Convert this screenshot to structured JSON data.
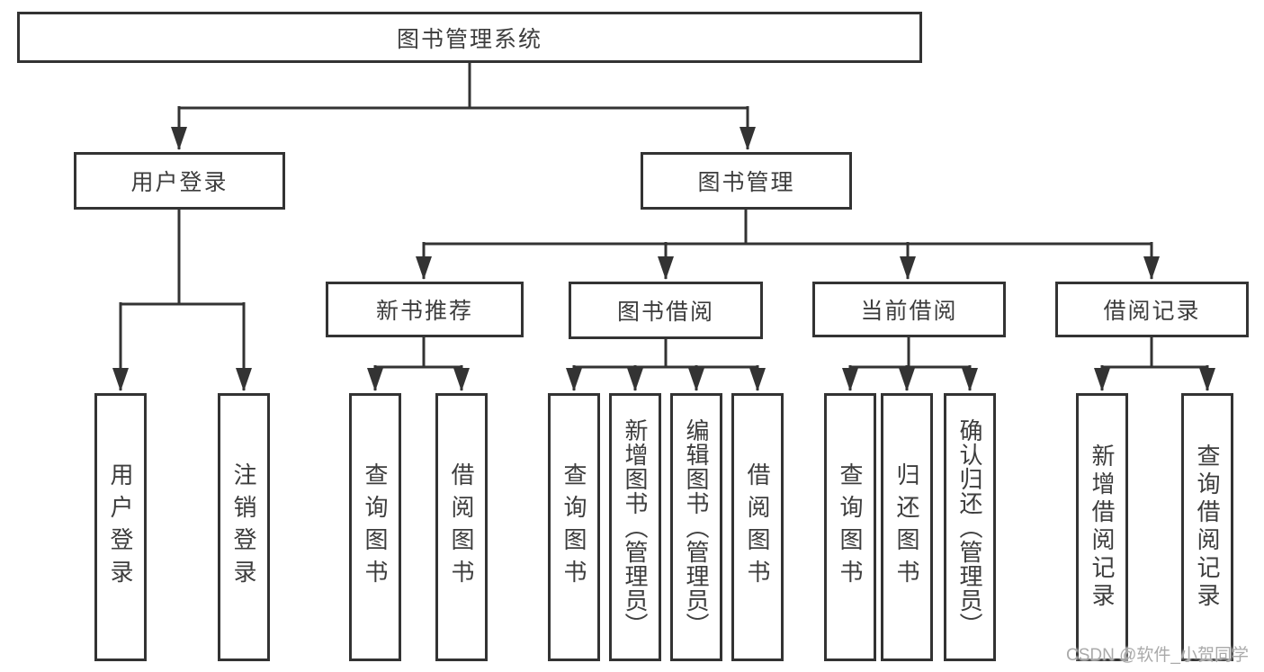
{
  "diagram": {
    "tree": {
      "root": {
        "label": "图书管理系统",
        "children": [
          {
            "label": "用户登录",
            "children": [
              {
                "label": "用户登录"
              },
              {
                "label": "注销登录"
              }
            ]
          },
          {
            "label": "图书管理",
            "children": [
              {
                "label": "新书推荐",
                "children": [
                  {
                    "label": "查询图书"
                  },
                  {
                    "label": "借阅图书"
                  }
                ]
              },
              {
                "label": "图书借阅",
                "children": [
                  {
                    "label": "查询图书"
                  },
                  {
                    "label": "新增图书（管理员）"
                  },
                  {
                    "label": "编辑图书（管理员）"
                  },
                  {
                    "label": "借阅图书"
                  }
                ]
              },
              {
                "label": "当前借阅",
                "children": [
                  {
                    "label": "查询图书"
                  },
                  {
                    "label": "归还图书"
                  },
                  {
                    "label": "确认归还（管理员）"
                  }
                ]
              },
              {
                "label": "借阅记录",
                "children": [
                  {
                    "label": "新增借阅记录"
                  },
                  {
                    "label": "查询借阅记录"
                  }
                ]
              }
            ]
          }
        ]
      }
    },
    "colors": {
      "line": "#333333",
      "text": "#3d3d3d",
      "background": "#ffffff",
      "watermark": "#a5a5a5"
    }
  },
  "watermark": {
    "text": "CSDN @软件_小贺同学"
  }
}
